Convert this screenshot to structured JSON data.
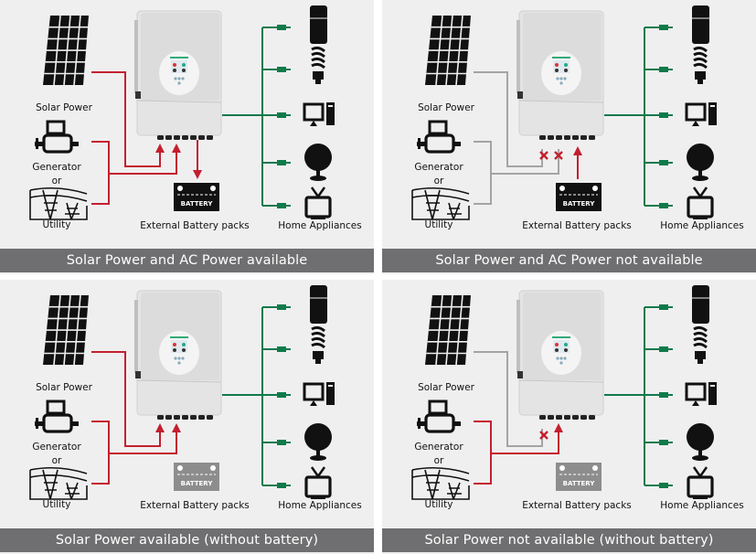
{
  "colors": {
    "active_line": "#c41f2e",
    "inactive_line": "#a4a4a4",
    "load_line": "#0f7a4a",
    "caption_bg": "#6f6e70",
    "panel_bg": "#f0eff0",
    "battery_active": "#111111",
    "battery_inactive": "#8d8d8d"
  },
  "labels": {
    "solar": "Solar Power",
    "generator": "Generator",
    "or": "or",
    "utility": "Utility",
    "battery_packs": "External Battery packs",
    "home": "Home Appliances",
    "battery_text": "BATTERY"
  },
  "appliances": [
    "fridge-icon",
    "bulb-icon",
    "computer-icon",
    "fan-icon",
    "tv-icon"
  ],
  "panels": [
    {
      "caption": "Solar Power and AC Power available",
      "solar_active": true,
      "ac_active": true,
      "battery_present": true,
      "battery_direction": "charge",
      "solar_blocked": false,
      "ac_blocked": false
    },
    {
      "caption": "Solar Power and AC Power not available",
      "solar_active": false,
      "ac_active": false,
      "battery_present": true,
      "battery_direction": "discharge",
      "solar_blocked": true,
      "ac_blocked": true
    },
    {
      "caption": "Solar Power available (without battery)",
      "solar_active": true,
      "ac_active": true,
      "battery_present": false,
      "battery_direction": "none",
      "solar_blocked": false,
      "ac_blocked": false
    },
    {
      "caption": "Solar Power not available (without battery)",
      "solar_active": false,
      "ac_active": true,
      "battery_present": false,
      "battery_direction": "none",
      "solar_blocked": true,
      "ac_blocked": false
    }
  ]
}
